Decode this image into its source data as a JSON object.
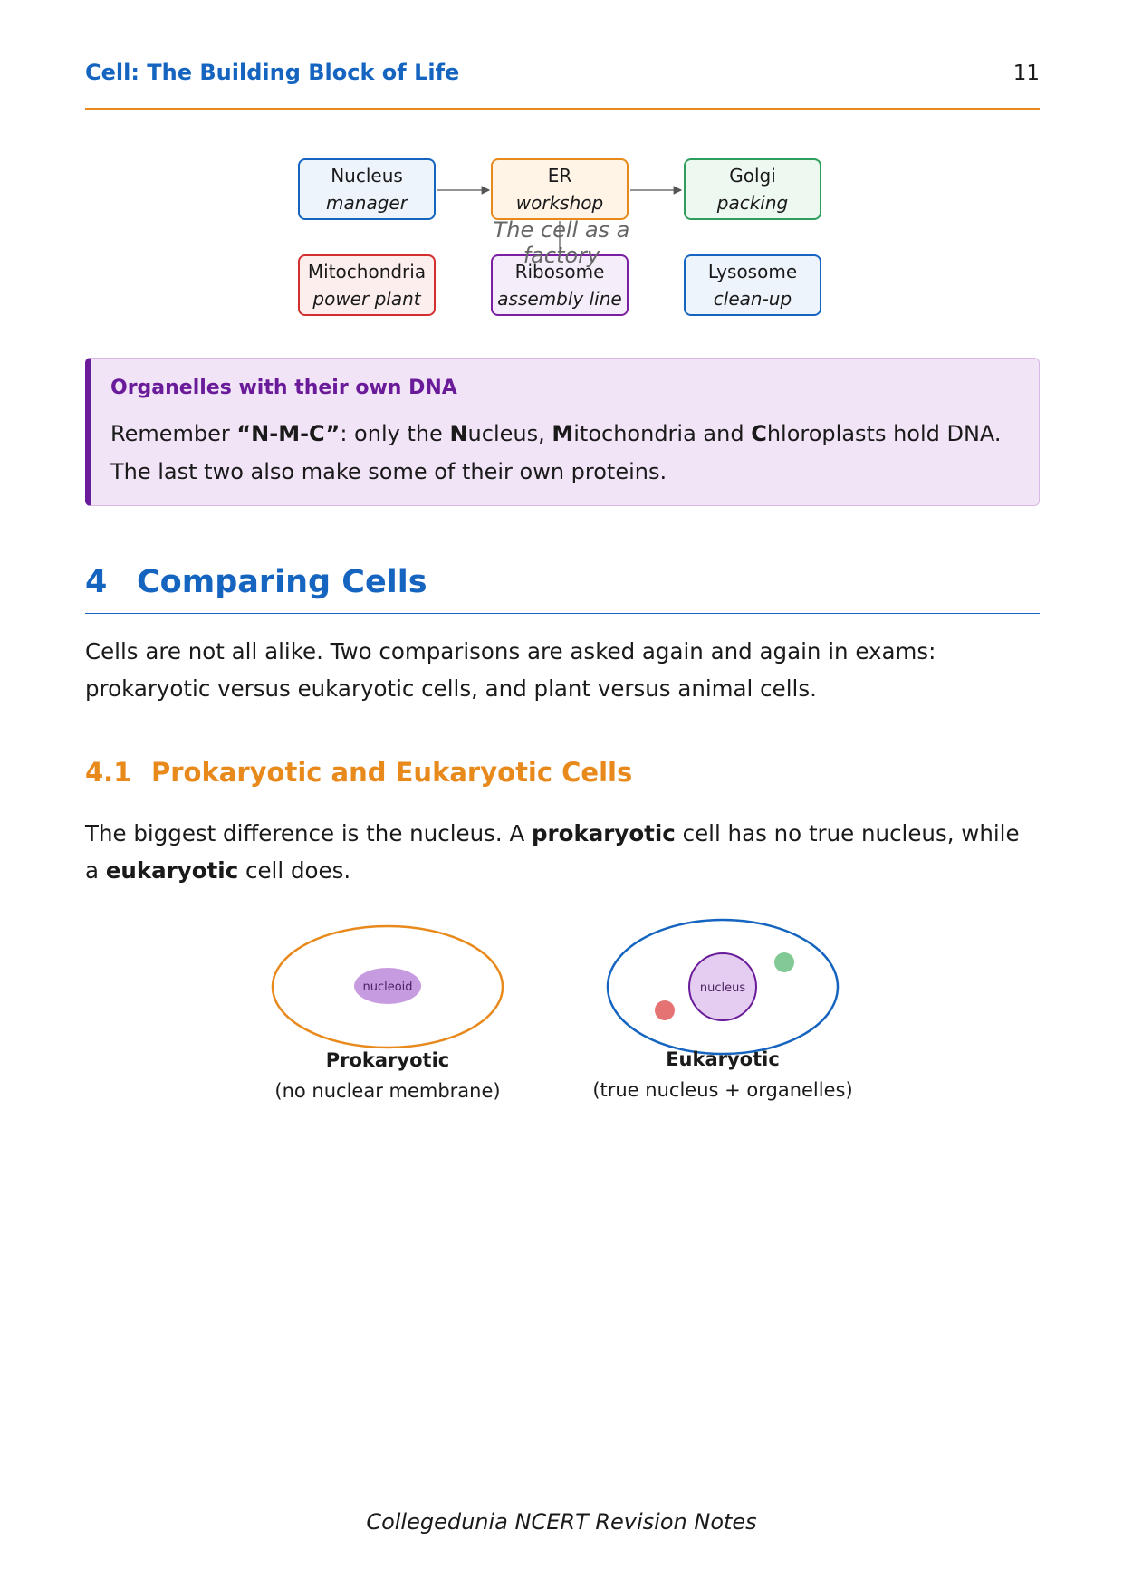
{
  "header": {
    "title": "Cell: The Building Block of Life",
    "page_number": "11"
  },
  "factory_diagram": {
    "caption": "The cell as a factory",
    "boxes": [
      {
        "name": "Nucleus",
        "role": "manager",
        "color": "#1565c0"
      },
      {
        "name": "ER",
        "role": "workshop",
        "color": "#e8891c"
      },
      {
        "name": "Golgi",
        "role": "packing",
        "color": "#2e9e5b"
      },
      {
        "name": "Mitochondria",
        "role": "power plant",
        "color": "#d32f2f"
      },
      {
        "name": "Ribosome",
        "role": "assembly line",
        "color": "#7b1fa2"
      },
      {
        "name": "Lysosome",
        "role": "clean-up",
        "color": "#1565c0"
      }
    ]
  },
  "callout": {
    "title": "Organelles with their own DNA",
    "lead": "Remember ",
    "mnemonic": "“N-M-C”",
    "t1": ": only the ",
    "n": "N",
    "t2": "ucleus, ",
    "m": "M",
    "t3": "itochondria and ",
    "c": "C",
    "t4": "hloroplasts hold DNA. The last two also make some of their own proteins."
  },
  "section": {
    "number": "4",
    "title": "Comparing Cells",
    "intro": "Cells are not all alike. Two comparisons are asked again and again in exams: prokaryotic versus eukaryotic cells, and plant versus animal cells."
  },
  "subsection": {
    "number": "4.1",
    "title": "Prokaryotic and Eukaryotic Cells",
    "p_a": "The biggest difference is the nucleus. A ",
    "p_bold1": "prokaryotic",
    "p_b": " cell has no true nucleus, while a ",
    "p_bold2": "eukaryotic",
    "p_c": " cell does."
  },
  "cell_figure": {
    "prokaryotic": {
      "name": "Prokaryotic",
      "note": "(no nuclear membrane)",
      "inner_label": "nucleoid",
      "outline_color": "#e8891c",
      "inner_color": "#c79be0"
    },
    "eukaryotic": {
      "name": "Eukaryotic",
      "note": "(true nucleus + organelles)",
      "inner_label": "nucleus",
      "outline_color": "#1565c0",
      "inner_color": "#e4cdf0",
      "organelle_colors": [
        "#e57373",
        "#81c995"
      ]
    }
  },
  "footer": "Collegedunia NCERT Revision Notes"
}
